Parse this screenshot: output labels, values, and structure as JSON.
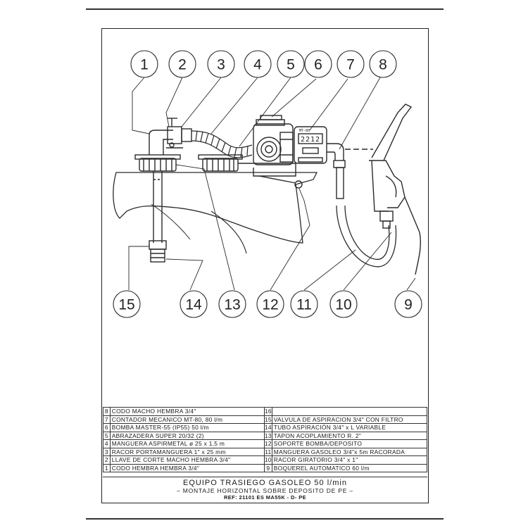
{
  "diagram": {
    "callouts_top": [
      "1",
      "2",
      "3",
      "4",
      "5",
      "6",
      "7",
      "8"
    ],
    "callouts_bottom": [
      "15",
      "14",
      "13",
      "12",
      "11",
      "10",
      "9"
    ],
    "meter": {
      "model": "MT-80",
      "digits": "2212"
    }
  },
  "bom": {
    "rows": [
      {
        "left_num": "8",
        "left_text": "CODO MACHO HEMBRA 3/4\"",
        "right_num": "16",
        "right_text": ""
      },
      {
        "left_num": "7",
        "left_text": "CONTADOR MECANICO MT-80, 80 l/m",
        "right_num": "15",
        "right_text": "VALVULA DE ASPIRACION 3/4\" CON FILTRO"
      },
      {
        "left_num": "6",
        "left_text": "BOMBA MASTER-55 (IP55) 50 l/m",
        "right_num": "14",
        "right_text": "TUBO ASPIRACIÓN 3/4\" x L VARIABLE"
      },
      {
        "left_num": "5",
        "left_text": "ABRAZADERA SUPER 20/32 (2)",
        "right_num": "13",
        "right_text": "TAPON ACOPLAMIENTO R. 2\""
      },
      {
        "left_num": "4",
        "left_text": "MANGUERA ASPIRMETAL ø 25 x 1,5 m",
        "right_num": "12",
        "right_text": "SOPORTE BOMBA/DEPOSITO"
      },
      {
        "left_num": "3",
        "left_text": "RACOR PORTAMANGUERA 1\" x 25 mm",
        "right_num": "11",
        "right_text": "MANGUERA GASOLEO 3/4\"x 5m RACORADA"
      },
      {
        "left_num": "2",
        "left_text": "LLAVE DE CORTE MACHO HEMBRA 3/4\"",
        "right_num": "10",
        "right_text": "RACOR GIRATORIO 3/4\" x 1\""
      },
      {
        "left_num": "1",
        "left_text": "CODO HEMBRA HEMBRA 3/4\"",
        "right_num": "9",
        "right_text": "BOQUEREL AUTOMATICO 60 l/m"
      }
    ]
  },
  "title_block": {
    "title": "EQUIPO TRASIEGO GASOLEO 50 l/min",
    "subtitle": "– MONTAJE HORIZONTAL SOBRE DEPOSITO DE PE –",
    "ref": "REF: 21101 ES MA55K - D- PE"
  }
}
